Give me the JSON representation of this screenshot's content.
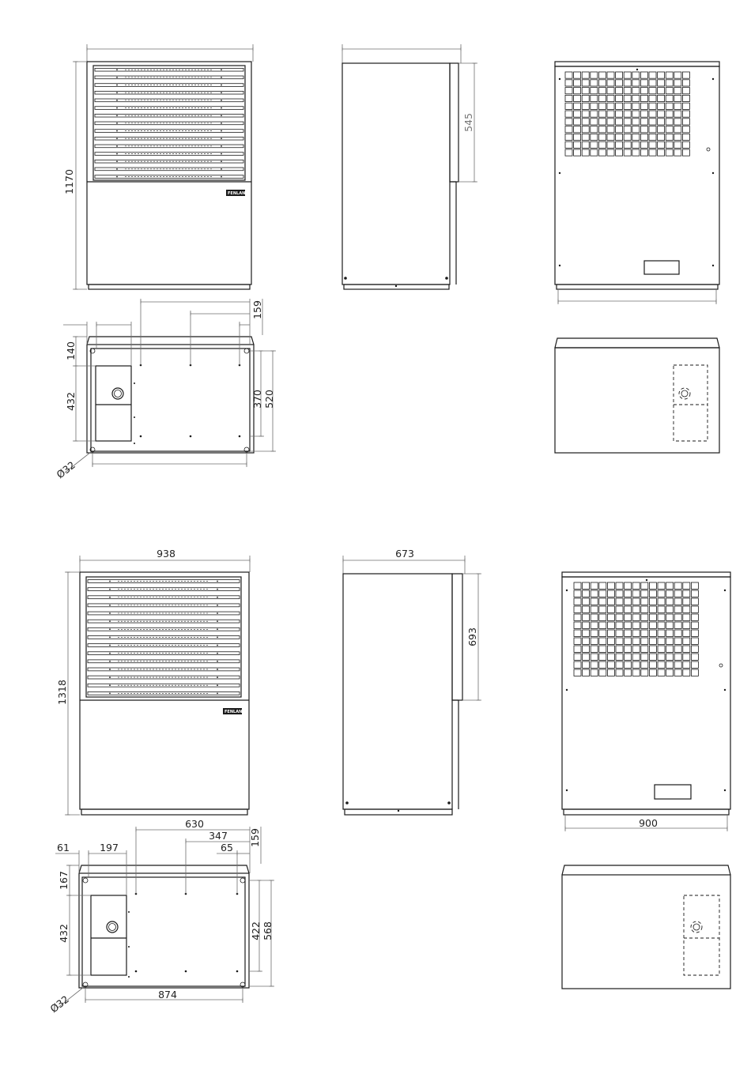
{
  "brand": "FENLAN",
  "unit_small": {
    "front": {
      "height": "1170"
    },
    "side": {
      "depth_upper": "545"
    },
    "top": {
      "d1": "140",
      "d2": "432",
      "d3": "159",
      "d4": "370",
      "d5": "520",
      "hole": "Ø32"
    }
  },
  "unit_large": {
    "front": {
      "width": "938",
      "height": "1318"
    },
    "side": {
      "depth": "673",
      "depth_upper": "693"
    },
    "back": {
      "width": "900"
    },
    "top": {
      "w1": "630",
      "w2": "347",
      "w3": "159",
      "w4": "61",
      "w5": "197",
      "w6": "65",
      "d1": "167",
      "d2": "432",
      "d3": "422",
      "d4": "568",
      "width": "874",
      "hole": "Ø32"
    }
  }
}
